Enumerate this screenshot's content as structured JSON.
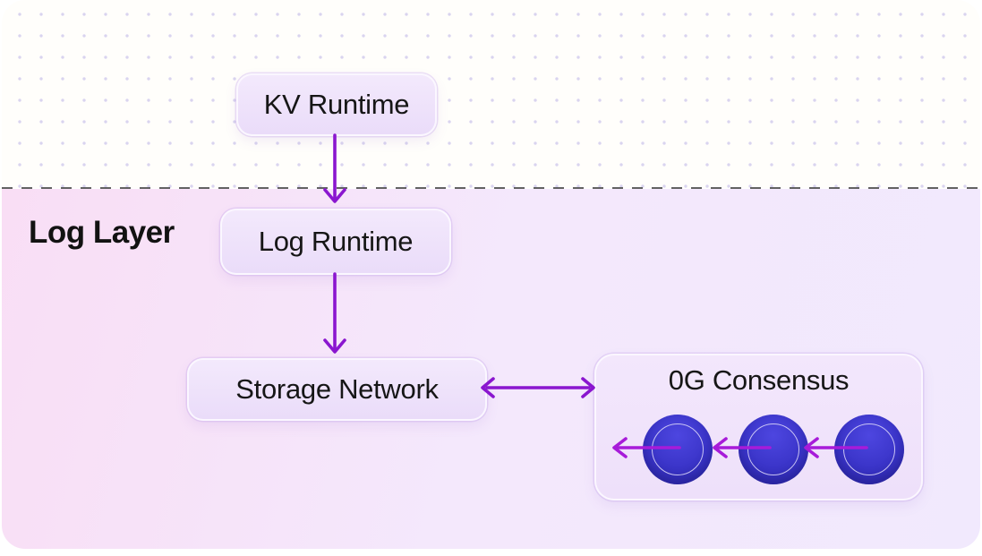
{
  "diagram": {
    "layer_label": "Log Layer",
    "nodes": {
      "kv_runtime": {
        "label": "KV Runtime"
      },
      "log_runtime": {
        "label": "Log Runtime"
      },
      "storage_network": {
        "label": "Storage Network"
      },
      "consensus": {
        "label": "0G Consensus",
        "node_count": 3
      }
    },
    "edges": [
      {
        "from": "kv_runtime",
        "to": "log_runtime",
        "direction": "down"
      },
      {
        "from": "log_runtime",
        "to": "storage_network",
        "direction": "down"
      },
      {
        "from": "storage_network",
        "to": "consensus",
        "direction": "both"
      },
      {
        "within": "consensus",
        "direction": "left-chain"
      }
    ],
    "colors": {
      "arrow": "#8a16cf",
      "consensus_arrow": "#a71bd9",
      "node_fill": "#3a34c8",
      "box_fill": "#eee1fa",
      "layer_bg_pink": "#f9def5",
      "layer_bg_lavender": "#f1e9fd",
      "dashed_line": "#474747",
      "dot_grid": "#d9d4ef"
    }
  }
}
